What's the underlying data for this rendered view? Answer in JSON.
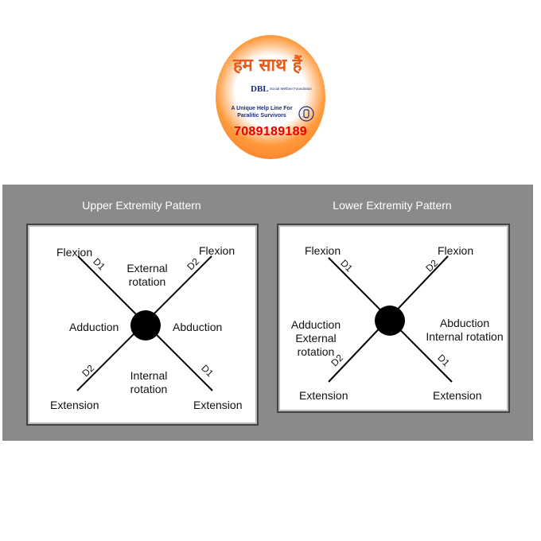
{
  "logo": {
    "brand_text": "हम साथ हैं",
    "org_short": "DBL",
    "org_full": "Social Welfare Foundation",
    "tagline": "A Unique Help Line For Paralitic Survivors",
    "phone": "7089189189",
    "icon": "hand-phone-icon"
  },
  "panels": [
    {
      "title": "Upper Extremity Pattern",
      "labels": {
        "top_left": "Flexion",
        "top_right": "Flexion",
        "bottom_left": "Extension",
        "bottom_right": "Extension",
        "top_center": "External\nrotation",
        "left_center": "Adduction",
        "right_center": "Abduction",
        "bottom_center": "Internal\nrotation",
        "diag_tl": "D1",
        "diag_tr": "D2",
        "diag_bl": "D2",
        "diag_br": "D1"
      }
    },
    {
      "title": "Lower Extremity Pattern",
      "labels": {
        "top_left": "Flexion",
        "top_right": "Flexion",
        "bottom_left": "Extension",
        "bottom_right": "Extension",
        "left_center": "Adduction\nExternal rotation",
        "right_center": "Abduction\nInternal rotation",
        "diag_tl": "D1",
        "diag_tr": "D2",
        "diag_bl": "D2",
        "diag_br": "D1"
      }
    }
  ],
  "colors": {
    "panel_bg": "#8a8a8a",
    "logo_orange": "#f26a1b",
    "phone_red": "#e60000",
    "logo_navy": "#1a2f7a"
  }
}
